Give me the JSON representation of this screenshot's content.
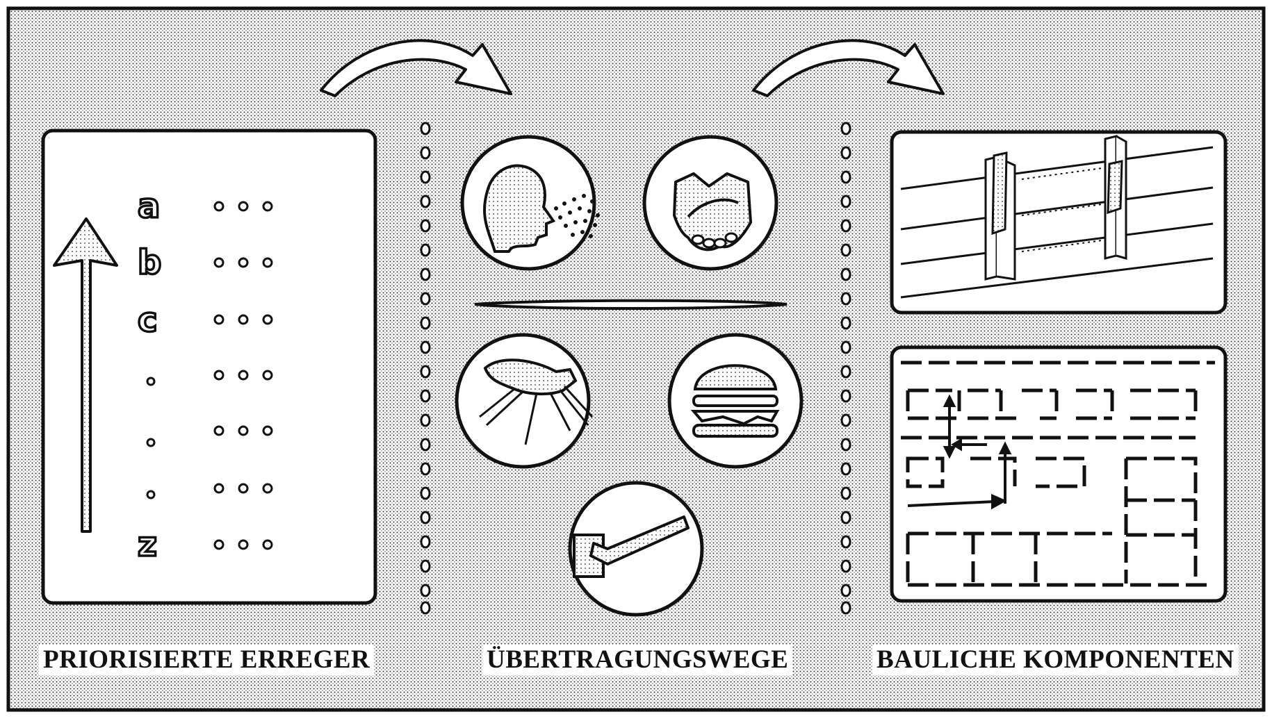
{
  "sections": [
    {
      "id": "pathogens",
      "label": "PRIORISIERTE ERREGER"
    },
    {
      "id": "transmission",
      "label": "ÜBERTRAGUNGSWEGE"
    },
    {
      "id": "building",
      "label": "BAULICHE KOMPONENTEN"
    }
  ],
  "pathogen_list": {
    "letters": [
      "a",
      "b",
      "c",
      "z"
    ]
  },
  "transmission_icons": [
    "speaking-head-droplets-icon",
    "handshake-icon",
    "mosquito-icon",
    "burger-icon",
    "door-handle-icon"
  ],
  "building_panels": [
    "wall-section-icon",
    "floor-plan-icon"
  ],
  "colors": {
    "ink": "#111111",
    "paper": "#ffffff",
    "stipple": "#888888"
  }
}
